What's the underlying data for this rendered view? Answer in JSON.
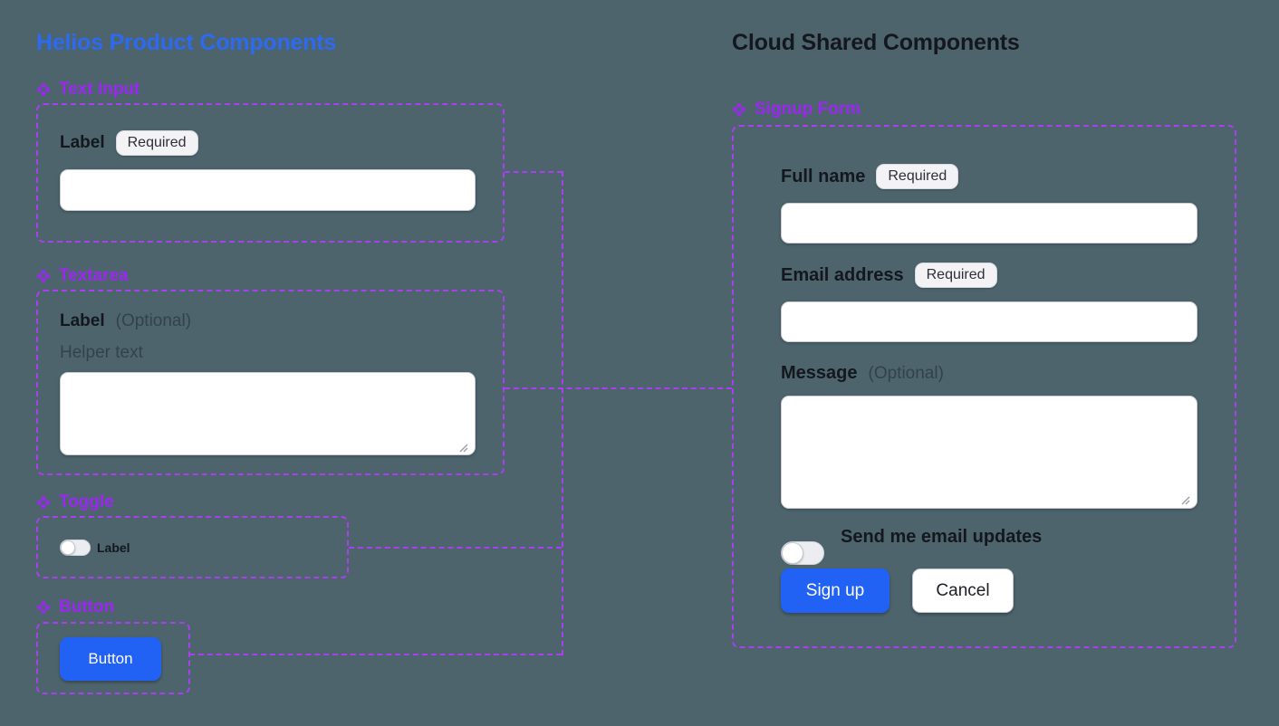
{
  "colors": {
    "background": "#4d646d",
    "frame_dash_purple": "#a93ef2",
    "component_label_purple": "#9a28f0",
    "left_title_blue": "#2d6af0",
    "right_title_dark": "#14171d",
    "primary_button_blue": "#2161f3",
    "badge_background": "#f3f3f5",
    "input_background": "#ffffff"
  },
  "left_panel": {
    "title": "Helios Product Components",
    "text_input": {
      "name": "Text Input",
      "label": "Label",
      "badge": "Required"
    },
    "textarea": {
      "name": "Textarea",
      "label": "Label",
      "optional": "(Optional)",
      "helper": "Helper text"
    },
    "toggle": {
      "name": "Toggle",
      "label": "Label"
    },
    "button": {
      "name": "Button",
      "button_label": "Button"
    }
  },
  "right_panel": {
    "title": "Cloud Shared Components",
    "signup_form": {
      "name": "Signup Form",
      "full_name": {
        "label": "Full name",
        "badge": "Required"
      },
      "email": {
        "label": "Email address",
        "badge": "Required"
      },
      "message": {
        "label": "Message",
        "optional": "(Optional)"
      },
      "updates_toggle_label": "Send me email updates",
      "signup_button": "Sign up",
      "cancel_button": "Cancel"
    }
  }
}
